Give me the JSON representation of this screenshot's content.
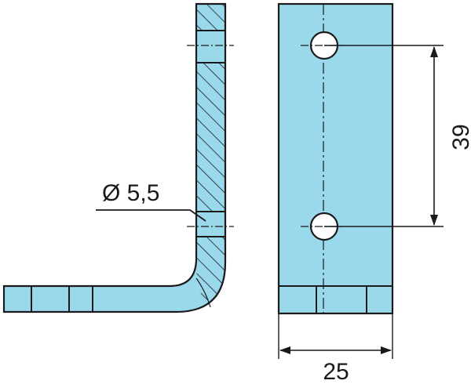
{
  "colors": {
    "part_fill": "#9ad8ec",
    "outline": "#1a1a1a",
    "background": "#ffffff"
  },
  "dimensions": {
    "hole_diameter": "Ø 5,5",
    "hole_spacing": "39",
    "width": "25"
  }
}
